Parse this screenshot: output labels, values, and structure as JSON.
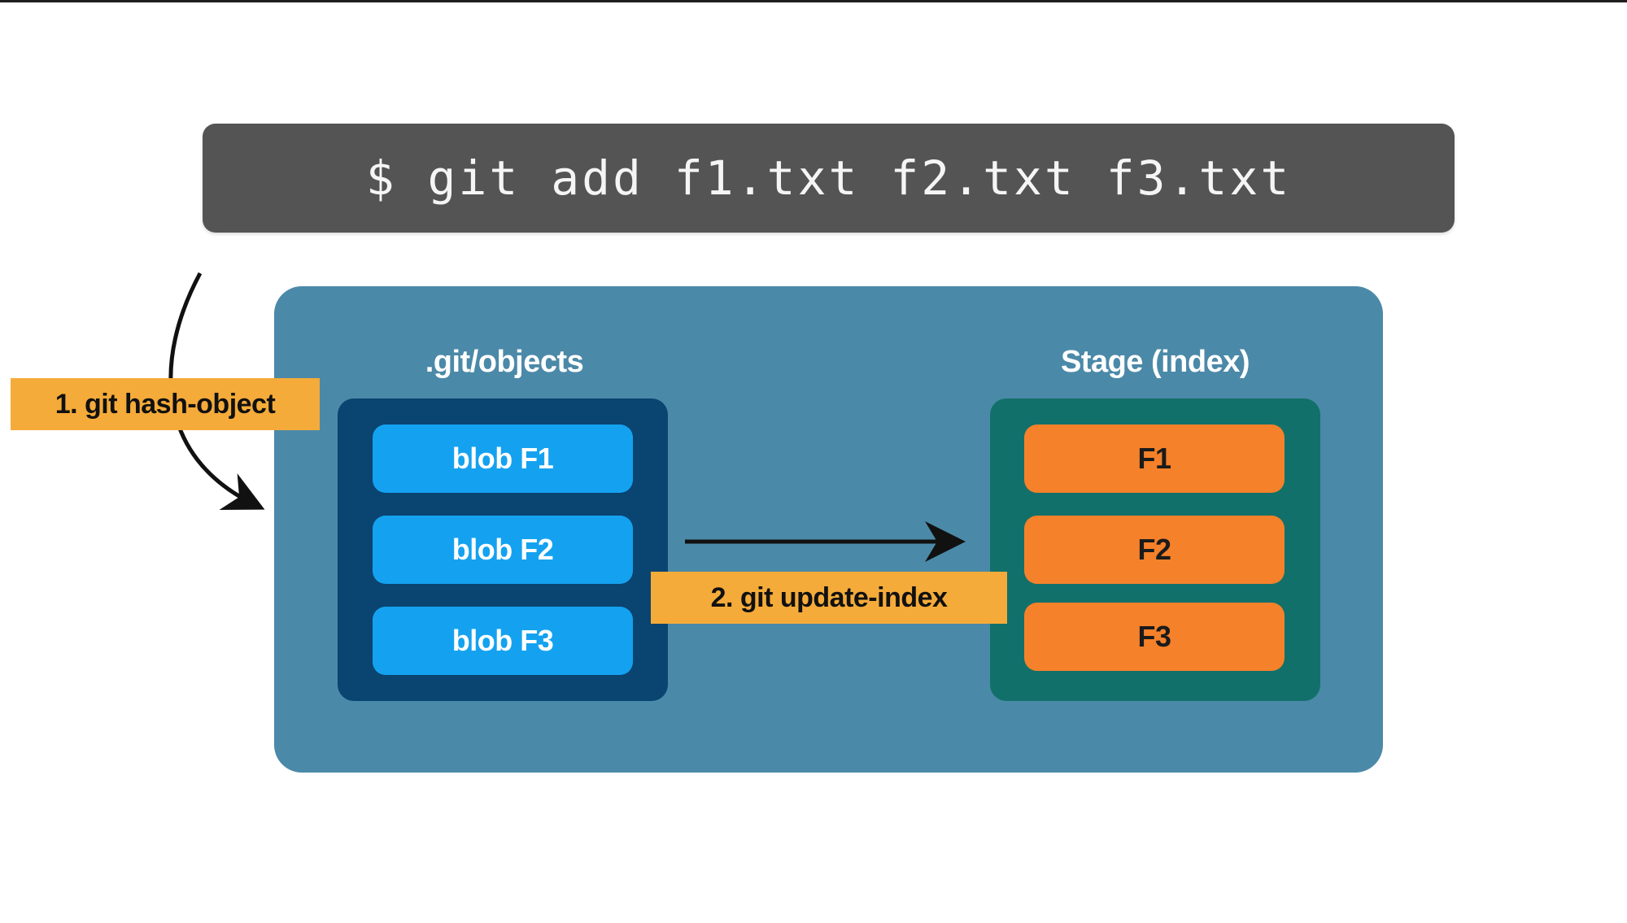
{
  "command": "$ git add f1.txt f2.txt f3.txt",
  "objects": {
    "title": ".git/objects",
    "blobs": [
      "blob F1",
      "blob F2",
      "blob F3"
    ]
  },
  "stage": {
    "title": "Stage (index)",
    "files": [
      "F1",
      "F2",
      "F3"
    ]
  },
  "steps": {
    "hash_object": "1. git hash-object",
    "update_index": "2. git update-index"
  },
  "colors": {
    "command_bg": "#545454",
    "repo_bg": "#4b89a8",
    "objects_bg": "#0a4470",
    "stage_bg": "#12706a",
    "blob": "#14a2f0",
    "file": "#f5812a",
    "step_label": "#f5ab3a"
  }
}
